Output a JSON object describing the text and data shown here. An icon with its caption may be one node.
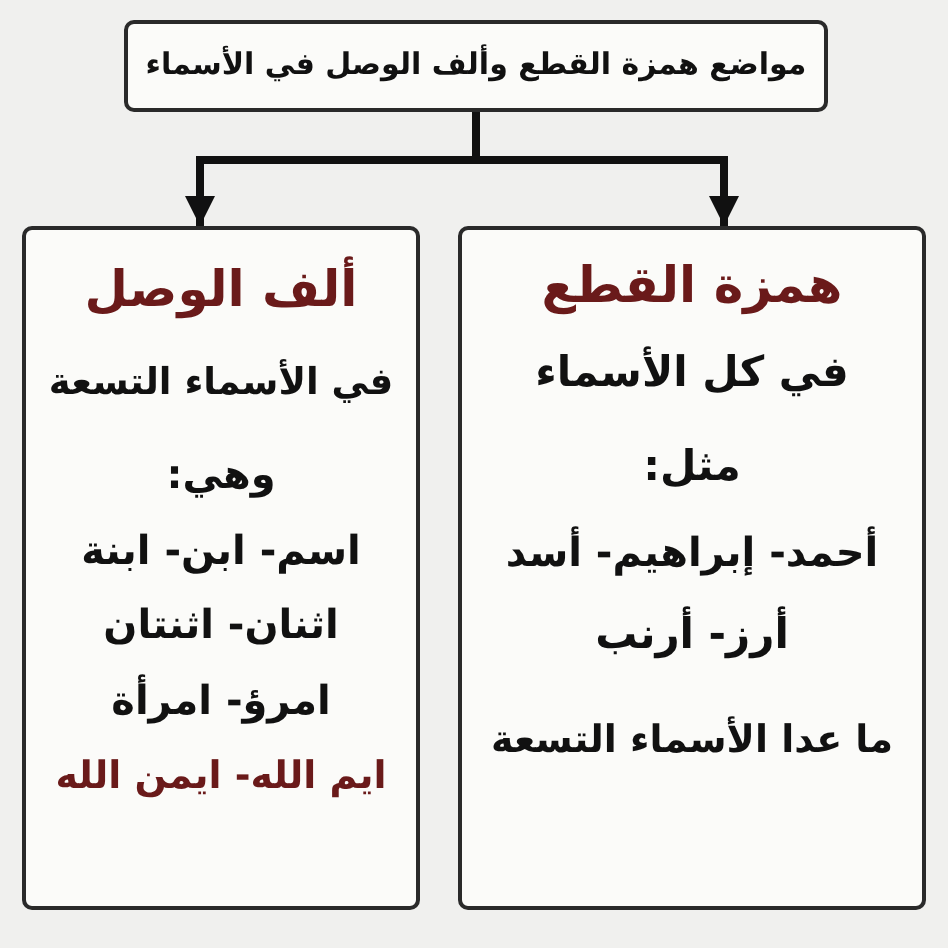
{
  "diagram": {
    "nodes": [
      {
        "text": [
          "مواضع همزة القطع وألف الوصل في الأسماء"
        ]
      },
      {
        "text": [
          "همزة القطع",
          "في كل الأسماء",
          "مثل:",
          "أحمد- إبراهيم- أسد",
          "أرز- أرنب",
          "ما عدا الأسماء التسعة"
        ]
      },
      {
        "text": [
          "ألف الوصل",
          "في الأسماء التسعة",
          "وهي:",
          "اسم- ابن- ابنة",
          "اثنان- اثنتان",
          "امرؤ- امرأة",
          "ايم الله- ايمن الله"
        ]
      }
    ],
    "edges": [
      {
        "from": 0,
        "to": 1,
        "arrow": "to"
      },
      {
        "from": 0,
        "to": 2,
        "arrow": "to"
      }
    ]
  }
}
